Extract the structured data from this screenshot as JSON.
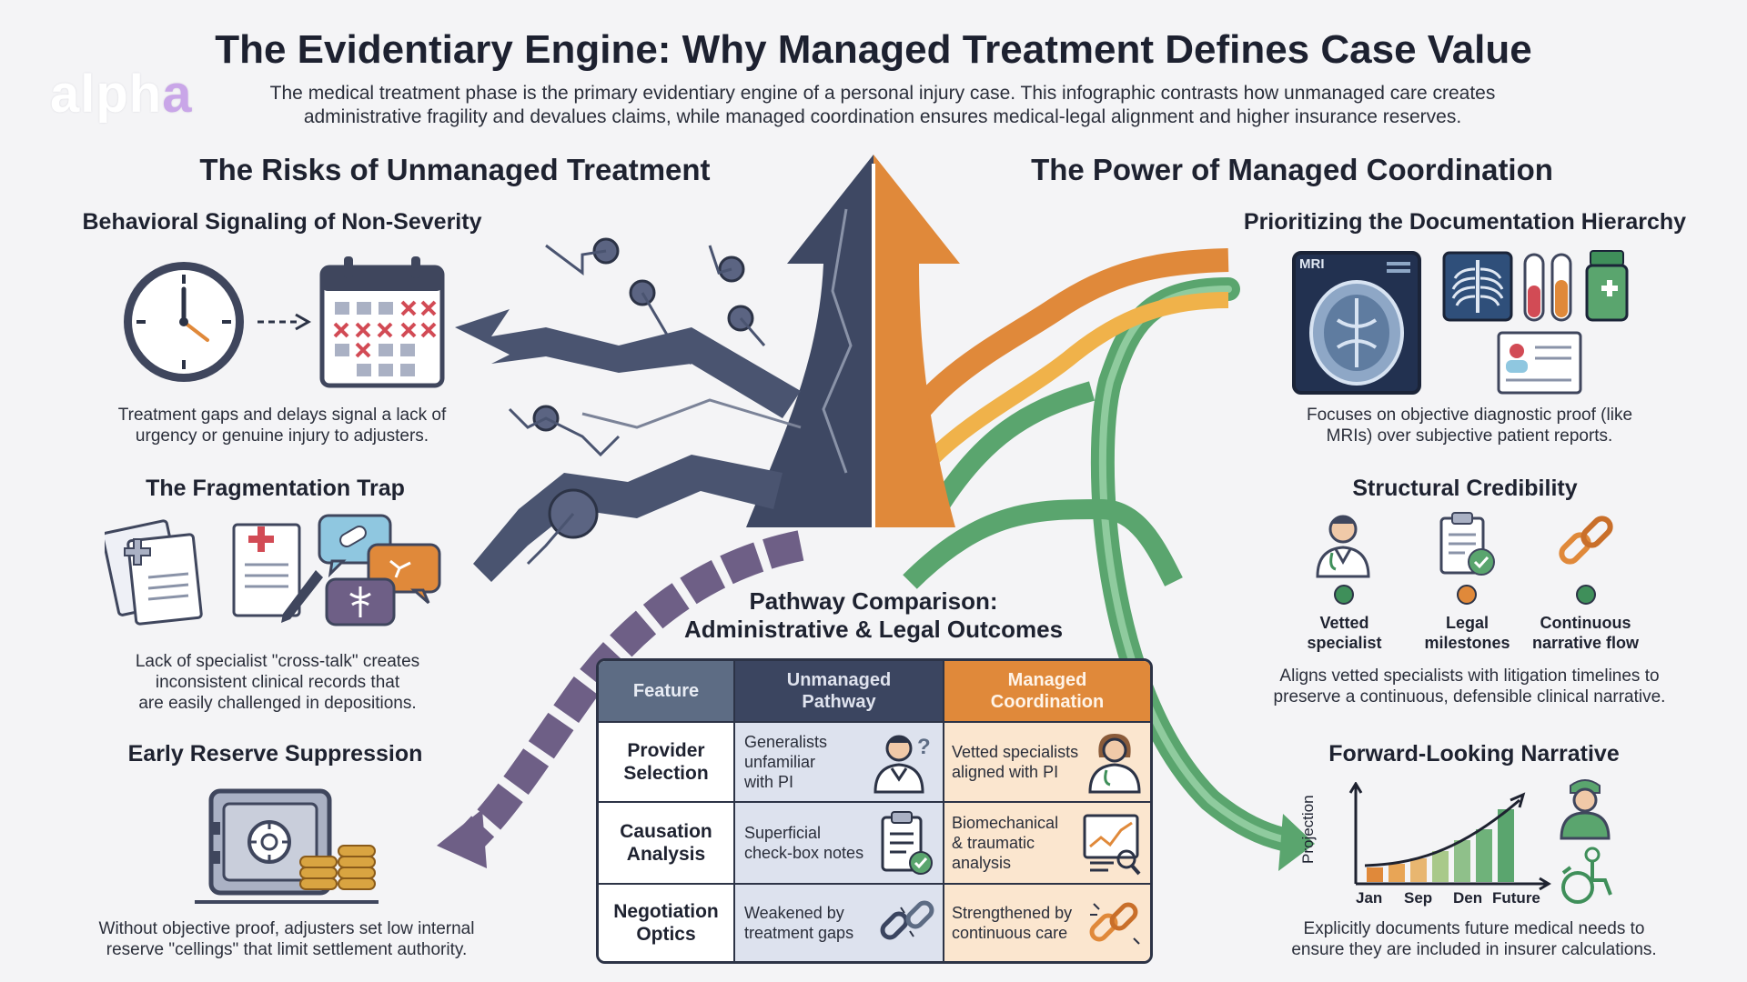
{
  "header": {
    "title": "The Evidentiary Engine: Why Managed Treatment Defines Case Value",
    "subtitle_line1": "The medical treatment phase is the primary evidentiary engine of a personal injury case. This infographic contrasts how unmanaged care creates",
    "subtitle_line2": "administrative fragility and devalues claims, while managed coordination ensures medical-legal alignment and higher insurance reserves."
  },
  "logo": {
    "text_a": "alph",
    "text_b": "a"
  },
  "left": {
    "heading": "The Risks of Unmanaged Treatment",
    "sections": [
      {
        "title": "Behavioral Signaling of Non-Severity",
        "line1": "Treatment gaps and delays signal a lack of",
        "line2": "urgency or genuine injury to adjusters."
      },
      {
        "title": "The Fragmentation Trap",
        "line1": "Lack of specialist \"cross-talk\" creates",
        "line2": "inconsistent clinical records that",
        "line3": "are easily challenged in depositions."
      },
      {
        "title": "Early Reserve Suppression",
        "line1": "Without objective proof, adjusters set low internal",
        "line2": "reserve \"cellings\" that limit settlement authority."
      }
    ]
  },
  "right": {
    "heading": "The Power of Managed Coordination",
    "sections": [
      {
        "title": "Prioritizing the Documentation Hierarchy",
        "mri_label": "MRI",
        "line1": "Focuses on objective diagnostic proof (like",
        "line2": "MRIs) over subjective patient reports."
      },
      {
        "title": "Structural Credibility",
        "items": [
          {
            "line1": "Vetted",
            "line2": "specialist",
            "dot_color": "#3f8f5a"
          },
          {
            "line1": "Legal",
            "line2": "milestones",
            "dot_color": "#e0893a"
          },
          {
            "line1": "Continuous",
            "line2": "narrative flow",
            "dot_color": "#3f8f5a"
          }
        ],
        "line1": "Aligns vetted specialists with litigation timelines to",
        "line2": "preserve a continuous, defensible clinical narrative."
      },
      {
        "title": "Forward-Looking Narrative",
        "y_label": "Projection",
        "x_ticks": [
          "Jan",
          "Sep",
          "Den",
          "Future"
        ],
        "line1": "Explicitly documents future medical needs to",
        "line2": "ensure they are included in insurer calculations."
      }
    ]
  },
  "comparison": {
    "title_line1": "Pathway Comparison:",
    "title_line2": "Administrative & Legal Outcomes",
    "headers": {
      "feature": "Feature",
      "unmanaged_l1": "Unmanaged",
      "unmanaged_l2": "Pathway",
      "managed_l1": "Managed",
      "managed_l2": "Coordination"
    },
    "rows": [
      {
        "f1": "Provider",
        "f2": "Selection",
        "u1": "Generalists",
        "u2": "unfamiliar",
        "u3": "with PI",
        "m1": "Vetted specialists",
        "m2": "aligned with PI",
        "m3": ""
      },
      {
        "f1": "Causation",
        "f2": "Analysis",
        "u1": "Superficial",
        "u2": "check-box notes",
        "u3": "",
        "m1": "Biomechanical",
        "m2": "& traumatic",
        "m3": "analysis"
      },
      {
        "f1": "Negotiation",
        "f2": "Optics",
        "u1": "Weakened by",
        "u2": "treatment gaps",
        "u3": "",
        "m1": "Strengthened by",
        "m2": "continuous care",
        "m3": ""
      }
    ]
  },
  "colors": {
    "unmanaged": "#3b4560",
    "managed": "#e0893a",
    "green": "#5aa56e",
    "purple": "#6e5f86"
  }
}
